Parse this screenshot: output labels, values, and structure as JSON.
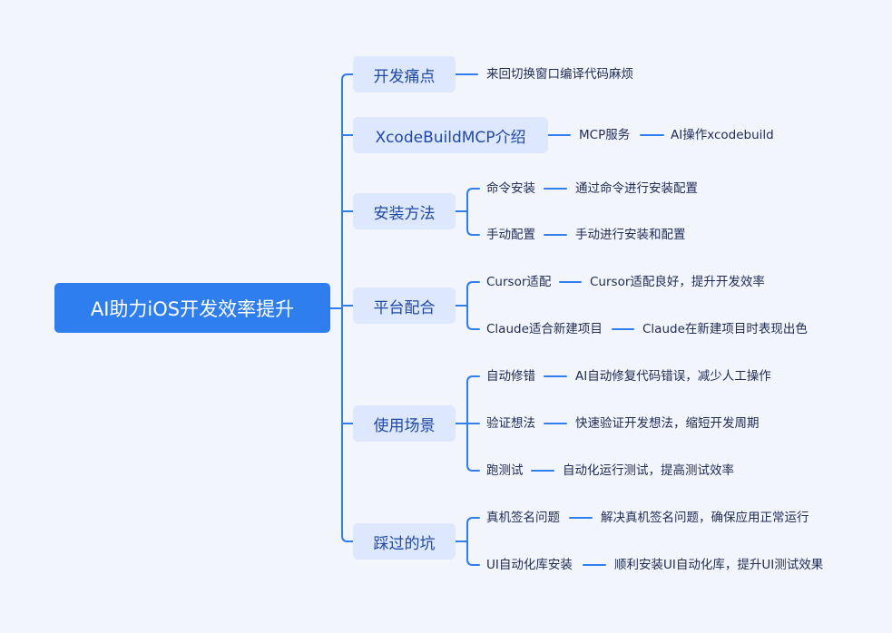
{
  "root": "AI助力iOS开发效率提升",
  "branches": [
    {
      "label": "开发痛点",
      "children": [
        {
          "label": "来回切换窗口编译代码麻烦"
        }
      ]
    },
    {
      "label": "XcodeBuildMCP介绍",
      "children": [
        {
          "label": "MCP服务",
          "detail": "AI操作xcodebuild"
        }
      ]
    },
    {
      "label": "安装方法",
      "children": [
        {
          "label": "命令安装",
          "detail": "通过命令进行安装配置"
        },
        {
          "label": "手动配置",
          "detail": "手动进行安装和配置"
        }
      ]
    },
    {
      "label": "平台配合",
      "children": [
        {
          "label": "Cursor适配",
          "detail": "Cursor适配良好，提升开发效率"
        },
        {
          "label": "Claude适合新建项目",
          "detail": "Claude在新建项目时表现出色"
        }
      ]
    },
    {
      "label": "使用场景",
      "children": [
        {
          "label": "自动修错",
          "detail": "AI自动修复代码错误，减少人工操作"
        },
        {
          "label": "验证想法",
          "detail": "快速验证开发想法，缩短开发周期"
        },
        {
          "label": "跑测试",
          "detail": "自动化运行测试，提高测试效率"
        }
      ]
    },
    {
      "label": "踩过的坑",
      "children": [
        {
          "label": "真机签名问题",
          "detail": "解决真机签名问题，确保应用正常运行"
        },
        {
          "label": "UI自动化库安装",
          "detail": "顺利安装UI自动化库，提升UI测试效果"
        }
      ]
    }
  ],
  "colors": {
    "line": "#2f7ef0",
    "root": "#2f7ef0",
    "node": "#dde7fd",
    "background": "#f3f5fd"
  }
}
